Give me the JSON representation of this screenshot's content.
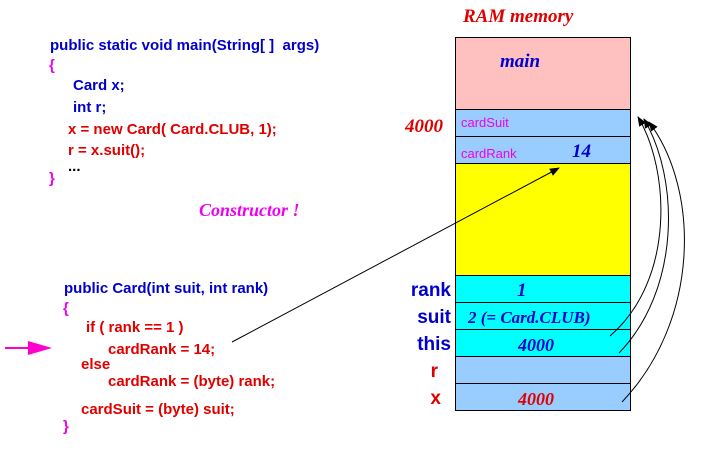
{
  "memory": {
    "title": "RAM memory",
    "main_label": "main",
    "address_label": "4000",
    "cells": {
      "card_suit_name": "cardSuit",
      "card_rank_name": "cardRank",
      "card_rank_value": "14",
      "rank_name": "rank",
      "rank_value": "1",
      "suit_name": "suit",
      "suit_value": "2 (= Card.CLUB)",
      "this_name": "this",
      "this_value": "4000",
      "r_name": "r",
      "x_name": "x",
      "x_value": "4000"
    },
    "colors": {
      "main_frame": "#ffc0c0",
      "object_field": "#99ccff",
      "free_space": "#ffff00",
      "constructor_frame": "#00ffff",
      "main_locals": "#99ccff"
    }
  },
  "main_code": {
    "line1": "public static void main(String[ ]  args)",
    "line2": "{",
    "line3": "Card x;",
    "line4": "int r;",
    "line5": "x = new Card( Card.CLUB, 1);",
    "line6": "r = x.suit();",
    "line7": "...",
    "line8": "}"
  },
  "constructor_label": "Constructor !",
  "ctor_code": {
    "line1": "public Card(int suit, int rank)",
    "line2": "{",
    "line3": "if ( rank == 1 )",
    "line4": "cardRank = 14;",
    "line5": "else",
    "line6": "cardRank = (byte) rank;",
    "line7": "cardSuit = (byte) suit;",
    "line8": "}"
  },
  "pointer_color": "#ff00cc"
}
